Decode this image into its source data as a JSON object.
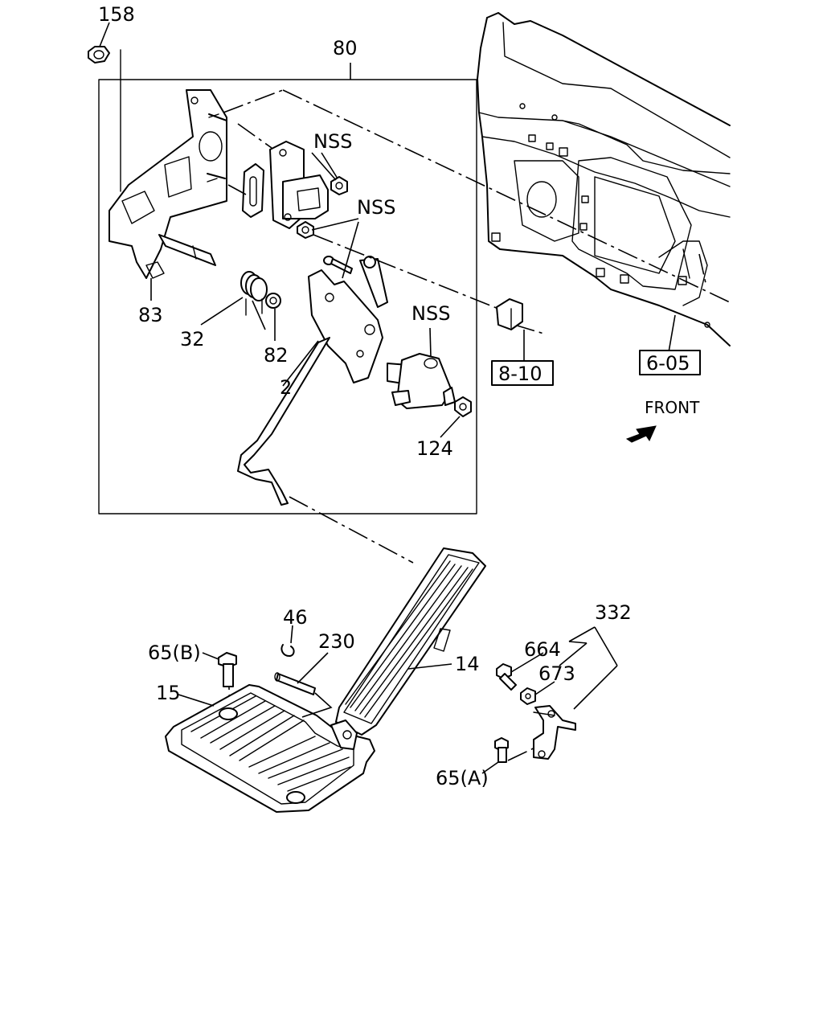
{
  "labels": {
    "p158": "158",
    "p80": "80",
    "nss1": "NSS",
    "nss2": "NSS",
    "nss3": "NSS",
    "p83": "83",
    "p32": "32",
    "p82": "82",
    "p2": "2",
    "p124": "124",
    "ref_8_10": "8-10",
    "ref_6_05": "6-05",
    "front": "FRONT",
    "p46": "46",
    "p230": "230",
    "p65b": "65(B)",
    "p15": "15",
    "p14": "14",
    "p332": "332",
    "p664": "664",
    "p673": "673",
    "p65a": "65(A)"
  }
}
